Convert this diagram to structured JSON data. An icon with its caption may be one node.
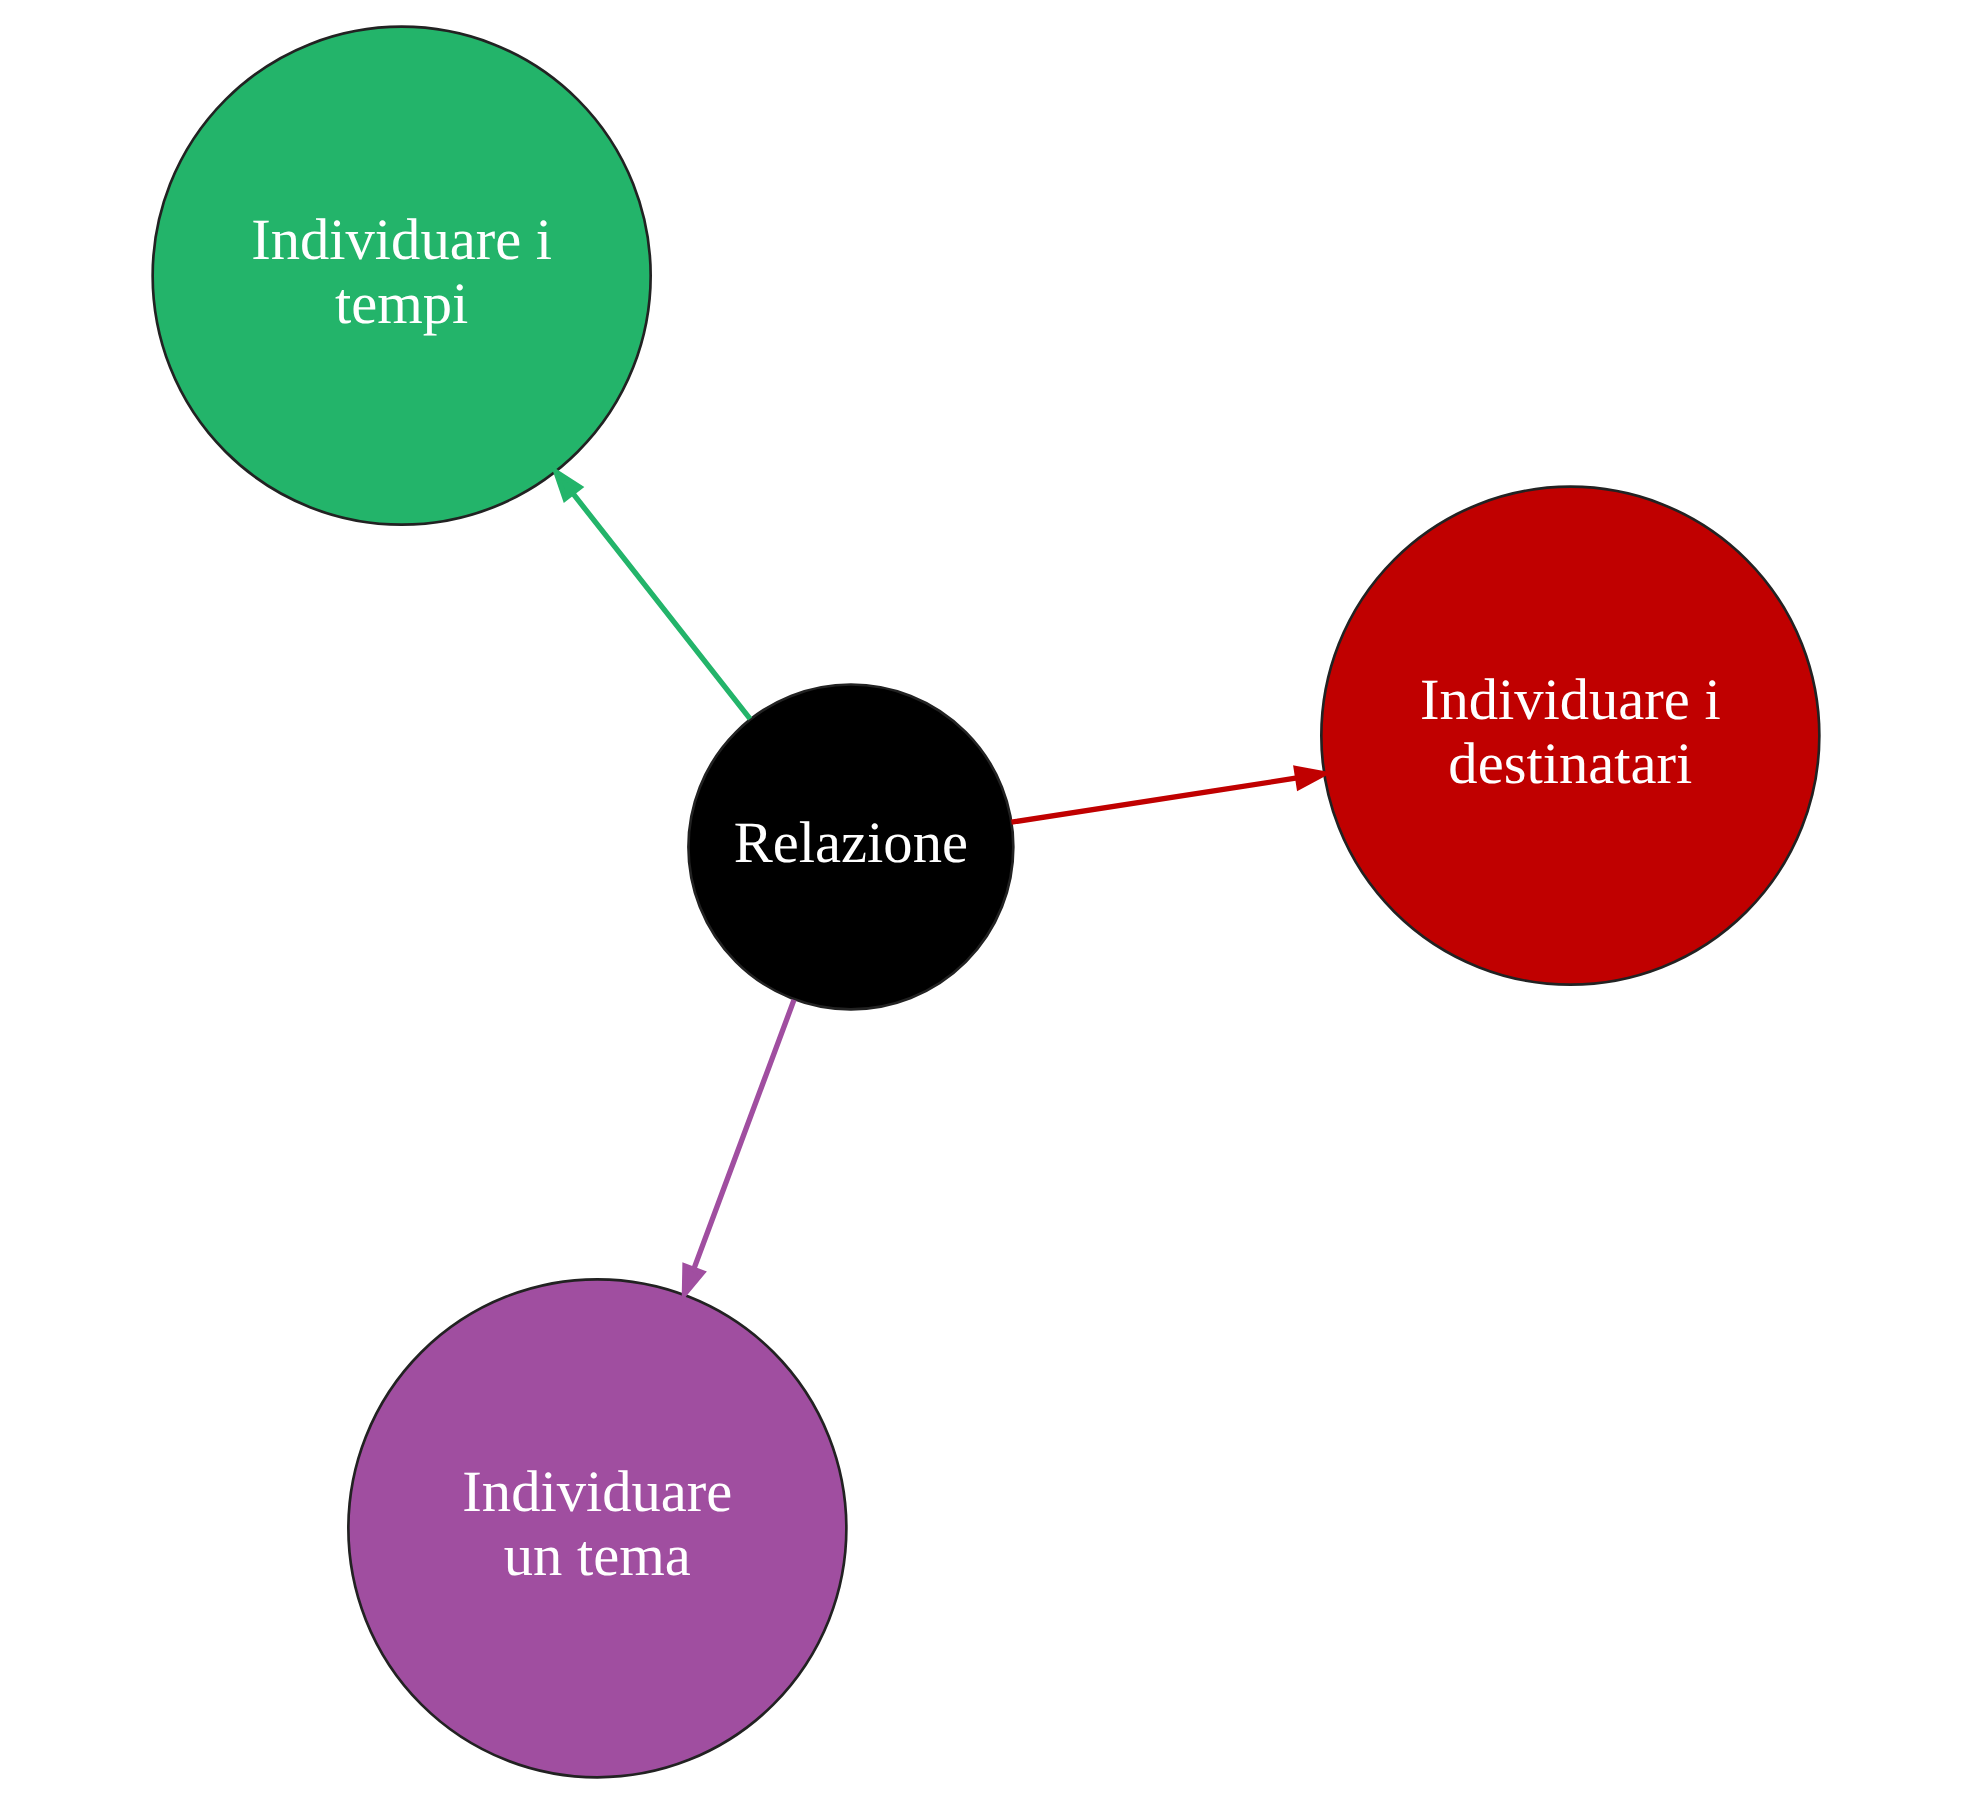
{
  "diagram": {
    "nodes": [
      {
        "text": [
          "Relazione"
        ]
      },
      {
        "text": [
          "Individuare i destinatari"
        ]
      },
      {
        "text": [
          "Individuare un tema"
        ]
      },
      {
        "text": [
          "Individuare i tempi"
        ]
      }
    ],
    "edges": [
      {
        "from": 0,
        "to": 1,
        "arrow": "to",
        "color": "#c00000"
      },
      {
        "from": 0,
        "to": 2,
        "arrow": "to",
        "color": "#a04ea0"
      },
      {
        "from": 0,
        "to": 3,
        "arrow": "to",
        "color": "#23b46a"
      }
    ]
  }
}
